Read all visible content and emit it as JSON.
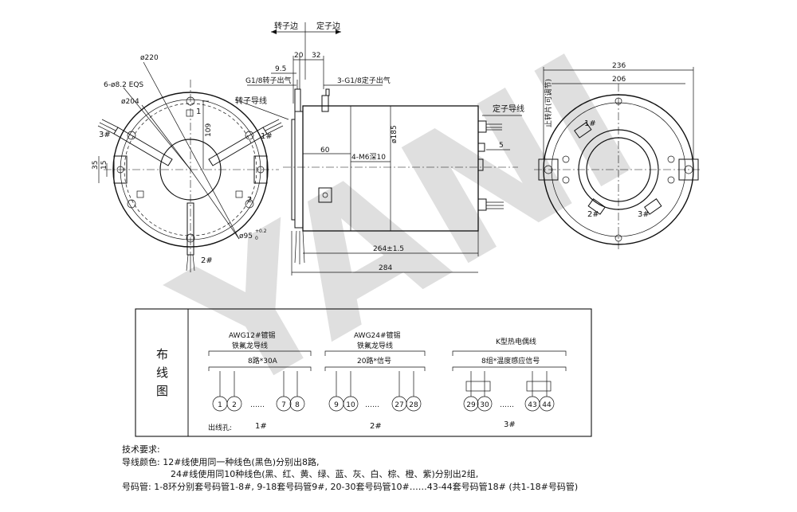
{
  "watermark": "YANI",
  "top_view": {
    "rotor_side": "转子边",
    "stator_side": "定子边",
    "dim_20": "20",
    "dim_32": "32",
    "dim_9_5": "9.5",
    "rotor_air": "G1/8转子出气",
    "stator_air": "3-G1/8定子出气",
    "rotor_lead": "转子导线",
    "stator_lead": "定子导线",
    "dim_185": "ø185",
    "dim_60": "60",
    "dim_m6": "4-M6深10",
    "dim_5": "5",
    "dim_264": "264±1.5",
    "dim_284": "284"
  },
  "left_view": {
    "dim_220": "ø220",
    "holes": "6-ø8.2 EQS",
    "dim_204": "ø204",
    "dim_109": "109",
    "dim_35": "35",
    "dim_15": "15",
    "dim_95": "ø95",
    "tol_plus": "+0.2",
    "tol_zero": "0",
    "port_1": "1#",
    "port_2": "2#",
    "port_3": "3#",
    "hole_1": "1",
    "hole_2": "2"
  },
  "right_view": {
    "dim_236": "236",
    "dim_206": "206",
    "stop_plate": "止转片(可调节)",
    "port_1": "1#",
    "port_2": "2#",
    "port_3": "3#"
  },
  "wiring": {
    "title": "布线图",
    "group1": {
      "wire": "AWG12#镀锡",
      "wire2": "铁氟龙导线",
      "spec": "8路*30A",
      "first": [
        "1",
        "2"
      ],
      "last": [
        "7",
        "8"
      ],
      "port": "1#"
    },
    "group2": {
      "wire": "AWG24#镀锡",
      "wire2": "铁氟龙导线",
      "spec": "20路*信号",
      "first": [
        "9",
        "10"
      ],
      "last": [
        "27",
        "28"
      ],
      "port": "2#"
    },
    "group3": {
      "wire": "K型热电偶线",
      "spec": "8组*温度感应信号",
      "first": [
        "29",
        "30"
      ],
      "last": [
        "43",
        "44"
      ],
      "port": "3#"
    },
    "dots": "……",
    "outlet_label": "出线孔:"
  },
  "notes": {
    "title": "技术要求:",
    "line1": "导线颜色: 12#线使用同一种线色(黑色)分别出8路,",
    "line2": "24#线使用同10种线色(黑、红、黄、绿、蓝、灰、白、棕、橙、紫)分别出2组,",
    "line3": "号码管: 1-8环分别套号码管1-8#, 9-18套号码管9#, 20-30套号码管10#……43-44套号码管18# (共1-18#号码管)"
  }
}
